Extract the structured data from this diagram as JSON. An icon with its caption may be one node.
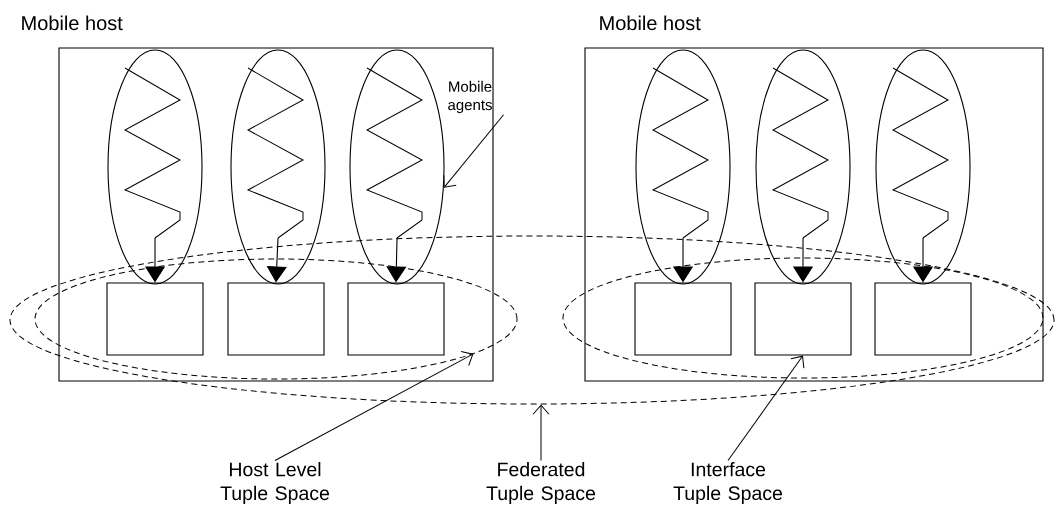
{
  "diagram": {
    "nodes": [
      {
        "text": [
          "Mobile host"
        ]
      },
      {
        "text": [
          "Mobile host"
        ]
      },
      {
        "text": [],
        "shape": "ellipse",
        "in": 0
      },
      {
        "text": [],
        "shape": "ellipse",
        "in": 0
      },
      {
        "text": [],
        "shape": "ellipse",
        "in": 0
      },
      {
        "text": [],
        "shape": "box",
        "in": 14
      },
      {
        "text": [],
        "shape": "box",
        "in": 14
      },
      {
        "text": [],
        "shape": "box",
        "in": 14
      },
      {
        "text": [],
        "shape": "ellipse",
        "in": 1
      },
      {
        "text": [],
        "shape": "ellipse",
        "in": 1
      },
      {
        "text": [],
        "shape": "ellipse",
        "in": 1
      },
      {
        "text": [],
        "shape": "box",
        "in": 15
      },
      {
        "text": [],
        "shape": "box",
        "in": 15
      },
      {
        "text": [],
        "shape": "box",
        "in": 15
      },
      {
        "text": [],
        "shape": "ellipse",
        "in": 16
      },
      {
        "text": [],
        "shape": "ellipse"
      },
      {
        "text": [],
        "shape": "ellipse"
      },
      {
        "text": [
          "Mobile agents"
        ],
        "in": 0
      },
      {
        "text": [
          "Host Level Tuple Space"
        ]
      },
      {
        "text": [
          "Federated Tuple Space"
        ]
      },
      {
        "text": [
          "Interface Tuple Space"
        ]
      }
    ],
    "edges": [
      {
        "from": 2,
        "to": 5,
        "arrow": "to"
      },
      {
        "from": 3,
        "to": 6,
        "arrow": "to"
      },
      {
        "from": 4,
        "to": 7,
        "arrow": "to"
      },
      {
        "from": 8,
        "to": 11,
        "arrow": "to"
      },
      {
        "from": 9,
        "to": 12,
        "arrow": "to"
      },
      {
        "from": 10,
        "to": 13,
        "arrow": "to"
      },
      {
        "from": 17,
        "to": 4,
        "arrow": "to"
      },
      {
        "from": 18,
        "to": 14,
        "arrow": "to"
      },
      {
        "from": 19,
        "to": 16,
        "arrow": "to"
      },
      {
        "from": 20,
        "to": 12,
        "arrow": "to"
      }
    ]
  }
}
